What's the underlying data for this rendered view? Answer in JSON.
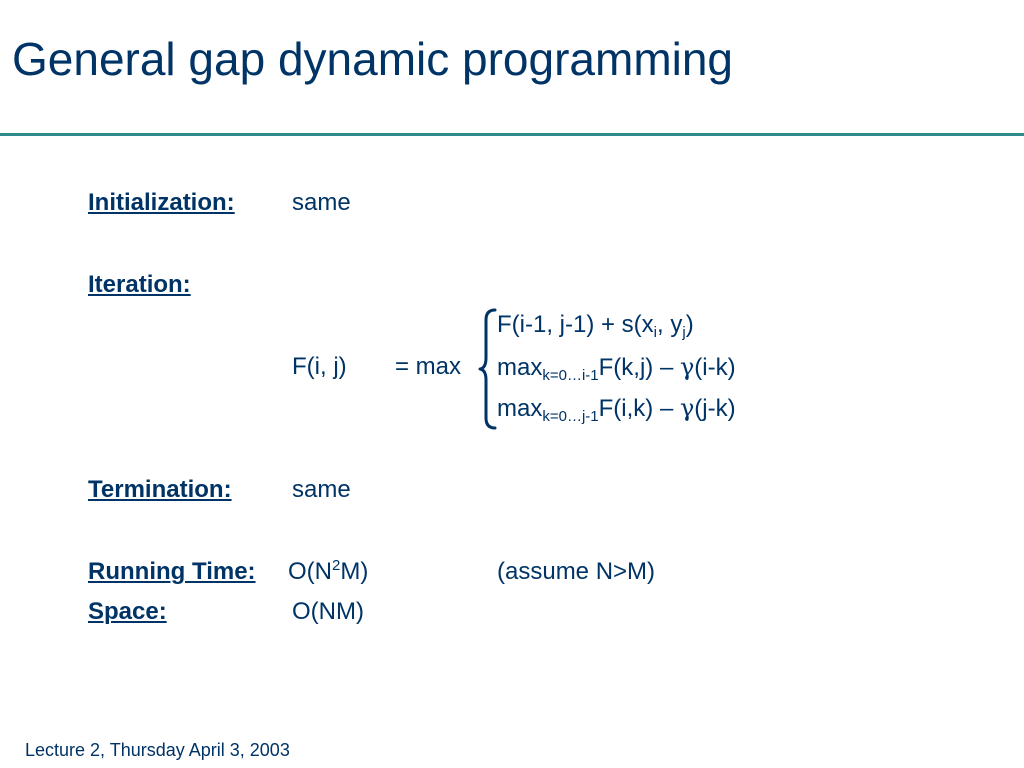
{
  "title": "General gap dynamic programming",
  "initialization": {
    "label": "Initialization:",
    "value": "same"
  },
  "iteration": {
    "label": "Iteration:",
    "lhs": "F(i, j)",
    "op": "= max",
    "case1": {
      "pre": "F(i-1, j-1) + s(x",
      "sub1": "i",
      "mid": ", y",
      "sub2": "j",
      "post": ")"
    },
    "case2": {
      "pre": "max",
      "sub": "k=0…i-1",
      "mid": "F(k,j) – ",
      "gamma": "γ",
      "post": "(i-k)"
    },
    "case3": {
      "pre": "max",
      "sub": "k=0…j-1",
      "mid": "F(i,k) – ",
      "gamma": "γ",
      "post": "(j-k)"
    }
  },
  "termination": {
    "label": "Termination:",
    "value": "same"
  },
  "running_time": {
    "label": "Running Time:",
    "pre": "O(N",
    "sup": "2",
    "post": "M)",
    "note": "(assume N>M)"
  },
  "space": {
    "label": "Space:",
    "value": "O(NM)"
  },
  "footer": "Lecture 2, Thursday April 3, 2003",
  "colors": {
    "text": "#003366",
    "rule": "#2e8b8b",
    "background": "#ffffff"
  }
}
